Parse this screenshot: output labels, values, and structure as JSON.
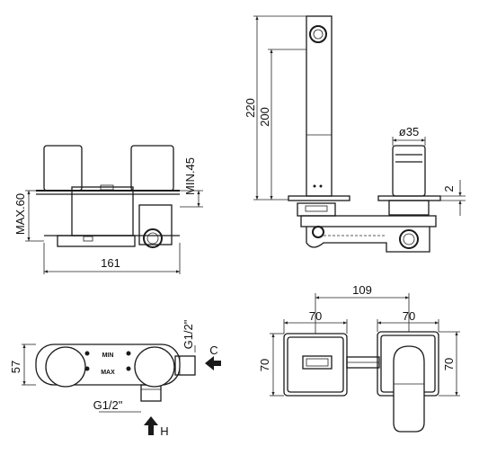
{
  "labels": {
    "front_max": "MAX.60",
    "front_min": "MIN.45",
    "front_width": "161",
    "side_220": "220",
    "side_200": "200",
    "side_dia": "ø35",
    "side_2": "2",
    "top_57": "57",
    "top_g_right": "G1/2\"",
    "top_g_bottom": "G1/2\"",
    "top_c": "C",
    "top_h": "H",
    "top_min": "MIN",
    "top_max": "MAX",
    "plate_109": "109",
    "plate_70_left": "70",
    "plate_70_right": "70",
    "plate_70_side_left": "70",
    "plate_70_side_right": "70"
  }
}
